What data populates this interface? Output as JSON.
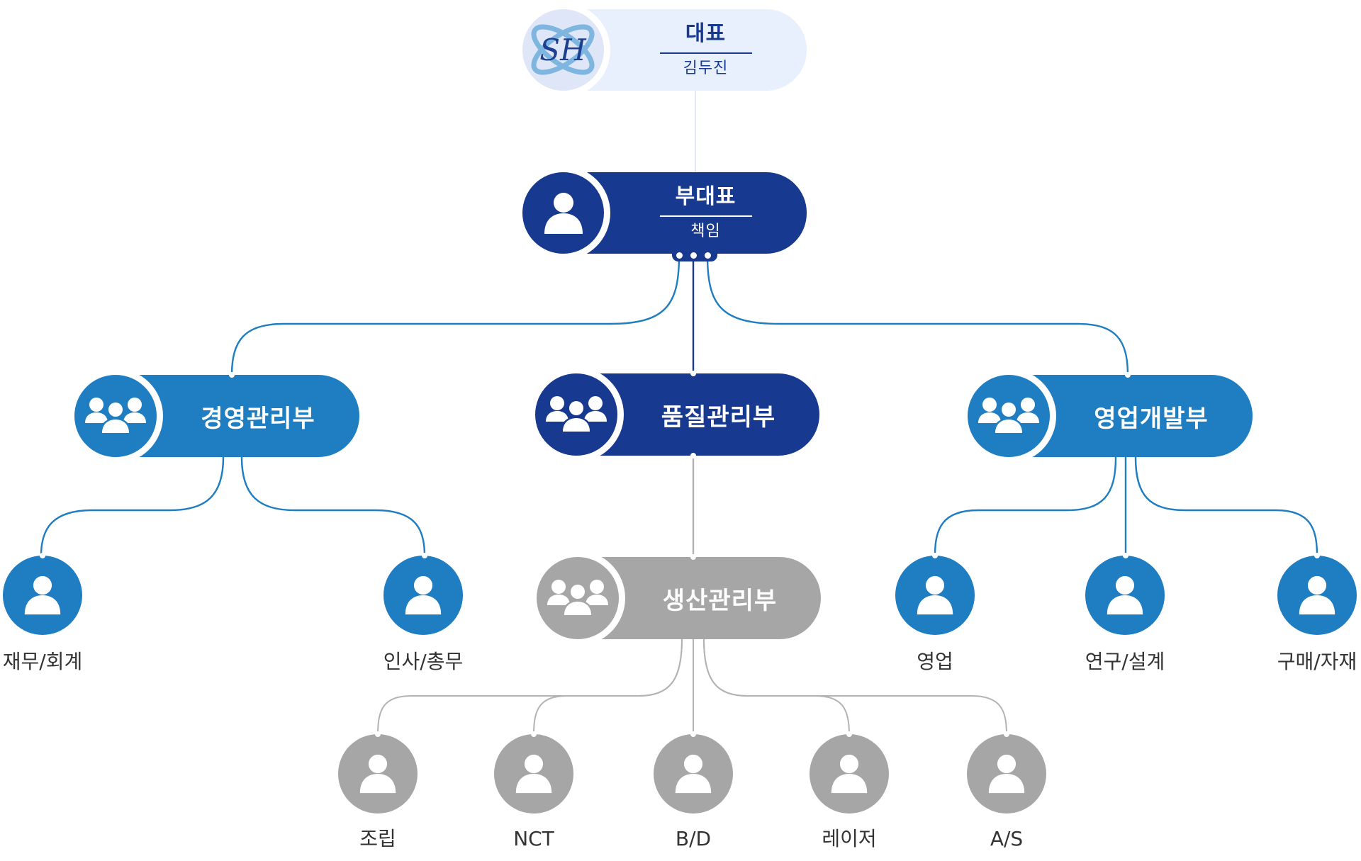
{
  "chart_title": "",
  "colors": {
    "ceo_pill": "#e8effd",
    "navy": "#183990",
    "blue": "#1f7dc2",
    "gray": "#a6a6a6",
    "label_text": "#333333"
  },
  "ceo": {
    "logo_text": "SH",
    "title": "대표",
    "name": "김두진",
    "icon": "company-logo"
  },
  "vice_president": {
    "title": "부대표",
    "subtitle": "책임",
    "icon": "person-icon"
  },
  "departments": [
    {
      "name": "경영관리부",
      "icon": "group-icon",
      "color": "blue",
      "teams": [
        "재무/회계",
        "인사/총무"
      ]
    },
    {
      "name": "품질관리부",
      "icon": "group-icon",
      "color": "navy",
      "teams": []
    },
    {
      "name": "영업개발부",
      "icon": "group-icon",
      "color": "blue",
      "teams": [
        "영업",
        "연구/설계",
        "구매/자재"
      ]
    }
  ],
  "production": {
    "name": "생산관리부",
    "icon": "group-icon",
    "color": "gray",
    "parent": "품질관리부",
    "teams": [
      "조립",
      "NCT",
      "B/D",
      "레이저",
      "A/S"
    ]
  }
}
